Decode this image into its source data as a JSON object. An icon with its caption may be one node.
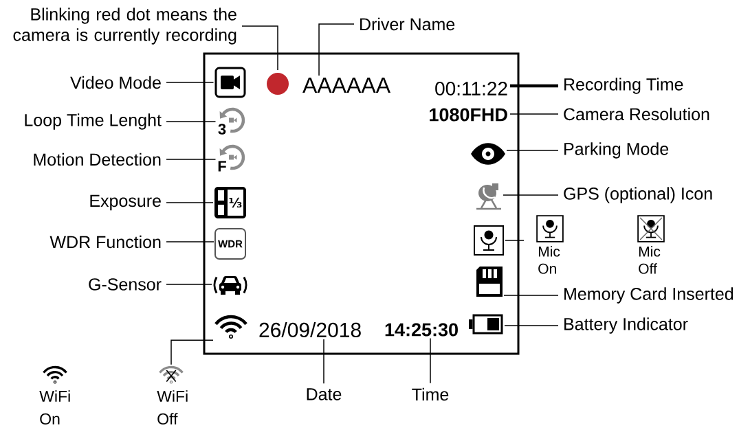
{
  "diagram": {
    "nodes": [
      {
        "text": [
          "Blinking red dot means the camera is currently recording"
        ]
      },
      {
        "text": [
          "Driver Name"
        ]
      },
      {
        "text": [],
        "shape": "box"
      },
      {
        "text": [
          "Video Mode"
        ]
      },
      {
        "text": [],
        "shape": "picture",
        "in": 2
      },
      {
        "text": [],
        "shape": "circle",
        "in": 2
      },
      {
        "text": [
          "AAAAAA"
        ],
        "in": 2
      },
      {
        "text": [
          "00:11:22"
        ],
        "in": 2
      },
      {
        "text": [
          "Recording Time"
        ]
      },
      {
        "text": [
          "Loop Time Lenght"
        ]
      },
      {
        "text": [
          "3"
        ],
        "in": 2
      },
      {
        "text": [
          "1080FHD"
        ],
        "in": 2
      },
      {
        "text": [
          "Camera Resolution"
        ]
      },
      {
        "text": [
          "Motion Detection"
        ]
      },
      {
        "text": [
          "F"
        ],
        "in": 2
      },
      {
        "text": [],
        "shape": "picture",
        "in": 2
      },
      {
        "text": [
          "Parking Mode"
        ]
      },
      {
        "text": [
          "Exposure"
        ]
      },
      {
        "text": [
          "⅓"
        ],
        "in": 2
      },
      {
        "text": [],
        "shape": "picture",
        "in": 2
      },
      {
        "text": [
          "GPS (optional) Icon"
        ]
      },
      {
        "text": [
          "WDR Function"
        ]
      },
      {
        "text": [
          "WDR"
        ],
        "in": 2
      },
      {
        "text": [],
        "shape": "picture",
        "in": 2
      },
      {
        "text": [
          "Mic On"
        ]
      },
      {
        "text": [
          "Mic Off"
        ]
      },
      {
        "text": [
          "G-Sensor"
        ]
      },
      {
        "text": [],
        "shape": "picture",
        "in": 2
      },
      {
        "text": [],
        "shape": "picture",
        "in": 2
      },
      {
        "text": [
          "Memory Card Inserted"
        ]
      },
      {
        "text": [],
        "shape": "picture",
        "in": 2
      },
      {
        "text": [
          "26/09/2018"
        ],
        "in": 2
      },
      {
        "text": [
          "14:25:30"
        ],
        "in": 2
      },
      {
        "text": [],
        "shape": "picture",
        "in": 2
      },
      {
        "text": [
          "Battery Indicator"
        ]
      },
      {
        "text": [
          "WiFi On"
        ]
      },
      {
        "text": [
          "WiFi Off"
        ]
      },
      {
        "text": [
          "Date"
        ]
      },
      {
        "text": [
          "Time"
        ]
      }
    ],
    "edges": [
      {
        "from": 0,
        "to": 5,
        "arrow": "none"
      },
      {
        "from": 1,
        "to": 6,
        "arrow": "none"
      },
      {
        "from": 3,
        "to": 4,
        "arrow": "none"
      },
      {
        "from": 8,
        "to": 7,
        "arrow": "none",
        "style": "thick"
      },
      {
        "from": 9,
        "to": 10,
        "arrow": "none"
      },
      {
        "from": 12,
        "to": 11,
        "arrow": "none"
      },
      {
        "from": 13,
        "to": 14,
        "arrow": "none"
      },
      {
        "from": 16,
        "to": 15,
        "arrow": "none"
      },
      {
        "from": 17,
        "to": 18,
        "arrow": "none"
      },
      {
        "from": 20,
        "to": 19,
        "arrow": "none"
      },
      {
        "from": 21,
        "to": 22,
        "arrow": "none"
      },
      {
        "from": 23,
        "to": null,
        "arrow": "none"
      },
      {
        "from": 26,
        "to": 27,
        "arrow": "none"
      },
      {
        "from": 29,
        "to": 28,
        "arrow": "none"
      },
      {
        "from": 34,
        "to": 33,
        "arrow": "none"
      },
      {
        "from": 36,
        "to": 30,
        "arrow": "none"
      },
      {
        "from": 37,
        "to": 31,
        "arrow": "none"
      },
      {
        "from": 38,
        "to": 32,
        "arrow": "none"
      }
    ]
  }
}
